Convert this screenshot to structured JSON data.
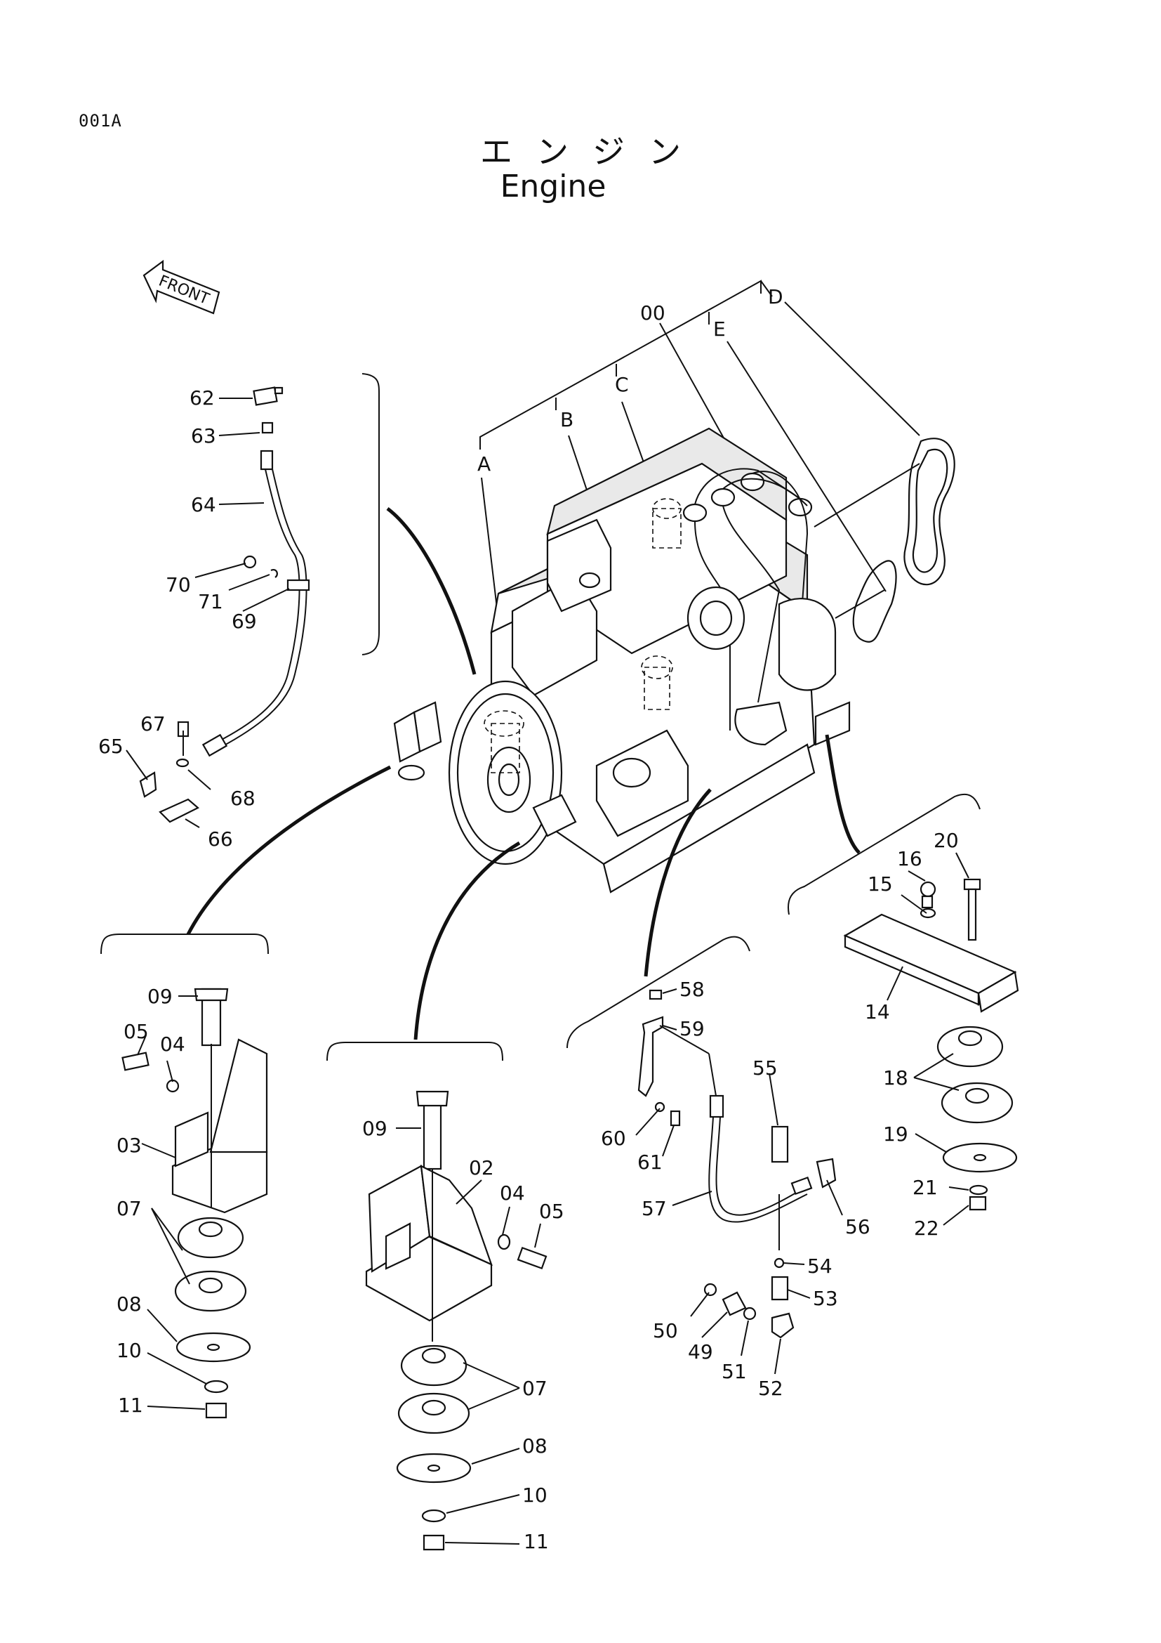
{
  "header": {
    "page_code": "001A",
    "title_jp": "エンジン",
    "title_en": "Engine"
  },
  "front_arrow": {
    "label": "FRONT"
  },
  "engine": {
    "group_labels": [
      "A",
      "B",
      "C",
      "00",
      "E",
      "D"
    ]
  },
  "callouts": {
    "c62": "62",
    "c63": "63",
    "c64": "64",
    "c70": "70",
    "c71": "71",
    "c69": "69",
    "c67": "67",
    "c65": "65",
    "c68": "68",
    "c66": "66",
    "c09a": "09",
    "c05a": "05",
    "c04a": "04",
    "c03": "03",
    "c07a": "07",
    "c08a": "08",
    "c10a": "10",
    "c11a": "11",
    "c09b": "09",
    "c02": "02",
    "c04b": "04",
    "c05b": "05",
    "c07b": "07",
    "c08b": "08",
    "c10b": "10",
    "c11b": "11",
    "c58": "58",
    "c59": "59",
    "c55": "55",
    "c60": "60",
    "c61": "61",
    "c57": "57",
    "c56": "56",
    "c54": "54",
    "c53": "53",
    "c50": "50",
    "c49": "49",
    "c51": "51",
    "c52": "52",
    "c16": "16",
    "c20": "20",
    "c15": "15",
    "c14": "14",
    "c18": "18",
    "c19": "19",
    "c21": "21",
    "c22": "22"
  }
}
